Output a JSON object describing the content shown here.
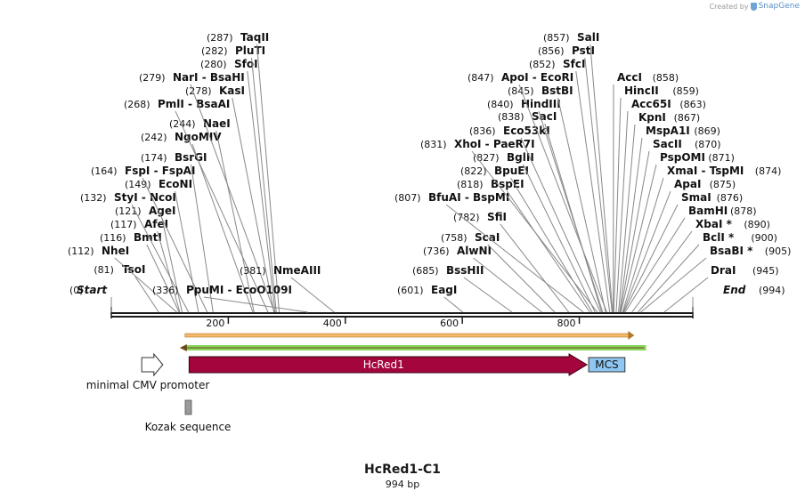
{
  "watermark": {
    "prefix": "Created by",
    "brand": "SnapGene"
  },
  "plasmid": {
    "name": "HcRed1-C1",
    "size_label": "994 bp",
    "length": 994
  },
  "colors": {
    "text": "#111111",
    "line": "#888888",
    "backbone": "#1a1a1a",
    "hcred1": "#a3053c",
    "mcs": "#8fc7f2",
    "orf_fill": "#f5b768",
    "orf_outline": "#8ad45a",
    "kozak": "#9a9a9a"
  },
  "ticks": [
    {
      "pos": 200,
      "label": "200"
    },
    {
      "pos": 400,
      "label": "400"
    },
    {
      "pos": 600,
      "label": "600"
    },
    {
      "pos": 800,
      "label": "800"
    }
  ],
  "sites": [
    {
      "pos": 0,
      "name": "Start",
      "num": "(0)",
      "italic": true
    },
    {
      "pos": 81,
      "name": "TsoI",
      "num": "(81)"
    },
    {
      "pos": 112,
      "name": "NheI",
      "num": "(112)"
    },
    {
      "pos": 116,
      "name": "BmtI",
      "num": "(116)"
    },
    {
      "pos": 117,
      "name": "AfeI",
      "num": "(117)"
    },
    {
      "pos": 121,
      "name": "AgeI",
      "num": "(121)"
    },
    {
      "pos": 132,
      "name": "StyI - NcoI",
      "num": "(132)"
    },
    {
      "pos": 149,
      "name": "EcoNI",
      "num": "(149)"
    },
    {
      "pos": 164,
      "name": "FspI - FspAI",
      "num": "(164)"
    },
    {
      "pos": 174,
      "name": "BsrGI",
      "num": "(174)"
    },
    {
      "pos": 242,
      "name": "NgoMIV",
      "num": "(242)"
    },
    {
      "pos": 244,
      "name": "NaeI",
      "num": "(244)"
    },
    {
      "pos": 268,
      "name": "PmlI - BsaAI",
      "num": "(268)"
    },
    {
      "pos": 278,
      "name": "KasI",
      "num": "(278)"
    },
    {
      "pos": 279,
      "name": "NarI - BsaHI",
      "num": "(279)"
    },
    {
      "pos": 280,
      "name": "SfoI",
      "num": "(280)"
    },
    {
      "pos": 282,
      "name": "PluTI",
      "num": "(282)"
    },
    {
      "pos": 287,
      "name": "TaqII",
      "num": "(287)"
    },
    {
      "pos": 336,
      "name": "PpuMI - EcoO109I",
      "num": "(336)"
    },
    {
      "pos": 381,
      "name": "NmeAIII",
      "num": "(381)"
    },
    {
      "pos": 601,
      "name": "EagI",
      "num": "(601)"
    },
    {
      "pos": 685,
      "name": "BssHII",
      "num": "(685)"
    },
    {
      "pos": 736,
      "name": "AlwNI",
      "num": "(736)"
    },
    {
      "pos": 758,
      "name": "ScaI",
      "num": "(758)"
    },
    {
      "pos": 782,
      "name": "SfiI",
      "num": "(782)"
    },
    {
      "pos": 807,
      "name": "BfuAI - BspMI",
      "num": "(807)"
    },
    {
      "pos": 818,
      "name": "BspEI",
      "num": "(818)"
    },
    {
      "pos": 822,
      "name": "BpuEI",
      "num": "(822)"
    },
    {
      "pos": 827,
      "name": "BglII",
      "num": "(827)"
    },
    {
      "pos": 831,
      "name": "XhoI - PaeR7I",
      "num": "(831)"
    },
    {
      "pos": 836,
      "name": "Eco53kI",
      "num": "(836)"
    },
    {
      "pos": 838,
      "name": "SacI",
      "num": "(838)"
    },
    {
      "pos": 840,
      "name": "HindIII",
      "num": "(840)"
    },
    {
      "pos": 845,
      "name": "BstBI",
      "num": "(845)"
    },
    {
      "pos": 847,
      "name": "ApoI - EcoRI",
      "num": "(847)"
    },
    {
      "pos": 852,
      "name": "SfcI",
      "num": "(852)"
    },
    {
      "pos": 856,
      "name": "PstI",
      "num": "(856)"
    },
    {
      "pos": 857,
      "name": "SalI",
      "num": "(857)"
    },
    {
      "pos": 858,
      "name": "AccI",
      "num": "(858)"
    },
    {
      "pos": 859,
      "name": "HincII",
      "num": "(859)"
    },
    {
      "pos": 863,
      "name": "Acc65I",
      "num": "(863)"
    },
    {
      "pos": 867,
      "name": "KpnI",
      "num": "(867)"
    },
    {
      "pos": 869,
      "name": "MspA1I",
      "num": "(869)"
    },
    {
      "pos": 870,
      "name": "SacII",
      "num": "(870)"
    },
    {
      "pos": 871,
      "name": "PspOMI",
      "num": "(871)"
    },
    {
      "pos": 874,
      "name": "XmaI - TspMI",
      "num": "(874)"
    },
    {
      "pos": 875,
      "name": "ApaI",
      "num": "(875)"
    },
    {
      "pos": 876,
      "name": "SmaI",
      "num": "(876)"
    },
    {
      "pos": 878,
      "name": "BamHI",
      "num": "(878)"
    },
    {
      "pos": 890,
      "name": "XbaI *",
      "num": "(890)"
    },
    {
      "pos": 900,
      "name": "BclI *",
      "num": "(900)"
    },
    {
      "pos": 905,
      "name": "BsaBI *",
      "num": "(905)"
    },
    {
      "pos": 945,
      "name": "DraI",
      "num": "(945)"
    },
    {
      "pos": 994,
      "name": "End",
      "num": "(994)",
      "italic": true
    }
  ],
  "features": [
    {
      "id": "cmv",
      "name": "minimal CMV promoter",
      "start": 52,
      "end": 88,
      "type": "promoter"
    },
    {
      "id": "hcred1",
      "name": "HcRed1",
      "start": 133,
      "end": 813,
      "type": "cds"
    },
    {
      "id": "mcs",
      "name": "MCS",
      "start": 813,
      "end": 878,
      "type": "misc"
    },
    {
      "id": "kozak",
      "name": "Kozak sequence",
      "start": 126,
      "end": 137,
      "type": "kozak"
    },
    {
      "id": "orf-forward",
      "name": "",
      "start": 126,
      "end": 894,
      "type": "orf-fwd"
    },
    {
      "id": "orf-reverse",
      "name": "",
      "start": 117,
      "end": 914,
      "type": "orf-rev"
    }
  ]
}
